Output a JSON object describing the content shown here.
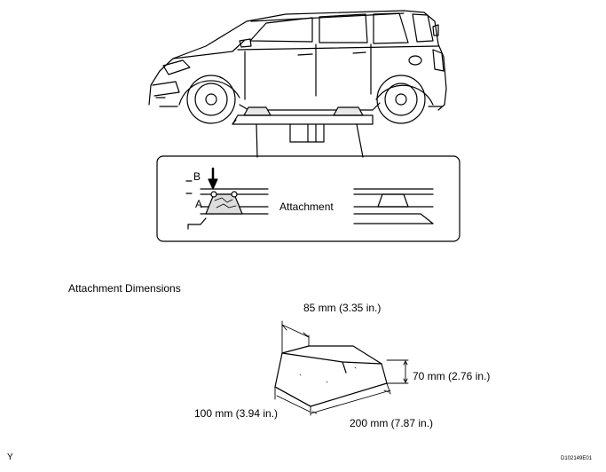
{
  "labels": {
    "b": "B",
    "a": "A",
    "attachment": "Attachment",
    "section_title": "Attachment Dimensions",
    "dim_85": "85 mm (3.35 in.)",
    "dim_70": "70 mm (2.76 in.)",
    "dim_100": "100 mm (3.94 in.)",
    "dim_200": "200 mm (7.87 in.)",
    "corner_y": "Y",
    "ref_code": "D102149E01"
  }
}
